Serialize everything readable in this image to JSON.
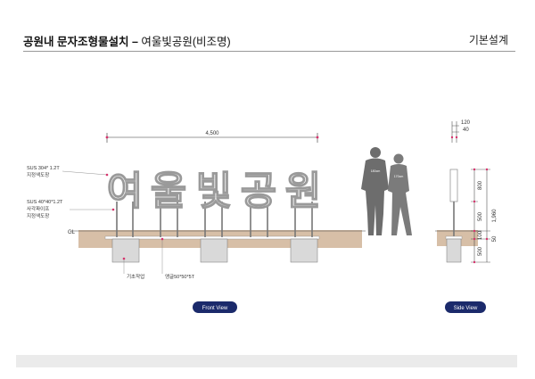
{
  "header": {
    "title": "공원내 문자조형물설치 –",
    "subtitle": "여울빛공원(비조명)",
    "right_label": "기본설계"
  },
  "front_view": {
    "letters": [
      "여",
      "울",
      "빛",
      "공",
      "원"
    ],
    "width_dim": "4,500",
    "ground_label": "GL",
    "callout_sus304_line1": "SUS 304* 1.2T",
    "callout_sus304_line2": "지정색도장",
    "callout_sus40_line1": "SUS 40*40*1.2T",
    "callout_sus40_line2": "사각파이프",
    "callout_sus40_line3": "지정색도장",
    "callout_foundation": "기초작업",
    "callout_angle": "앵글50*50*5T",
    "figure_label_1": "180cm",
    "figure_label_2": "170cm",
    "button_label": "Front View"
  },
  "side_view": {
    "dim_120": "120",
    "dim_40": "40",
    "dim_800": "800",
    "dim_500a": "500",
    "dim_100": "100",
    "dim_500b": "500",
    "dim_1960": "1,960",
    "dim_50": "50",
    "button_label": "Side View"
  },
  "colors": {
    "accent_pink": "#d6336c",
    "button_navy": "#1b2a6b",
    "ground_brown": "#c9a98a",
    "foundation_gray": "#d9d9d9",
    "figure_gray": "#6d6d6d"
  }
}
